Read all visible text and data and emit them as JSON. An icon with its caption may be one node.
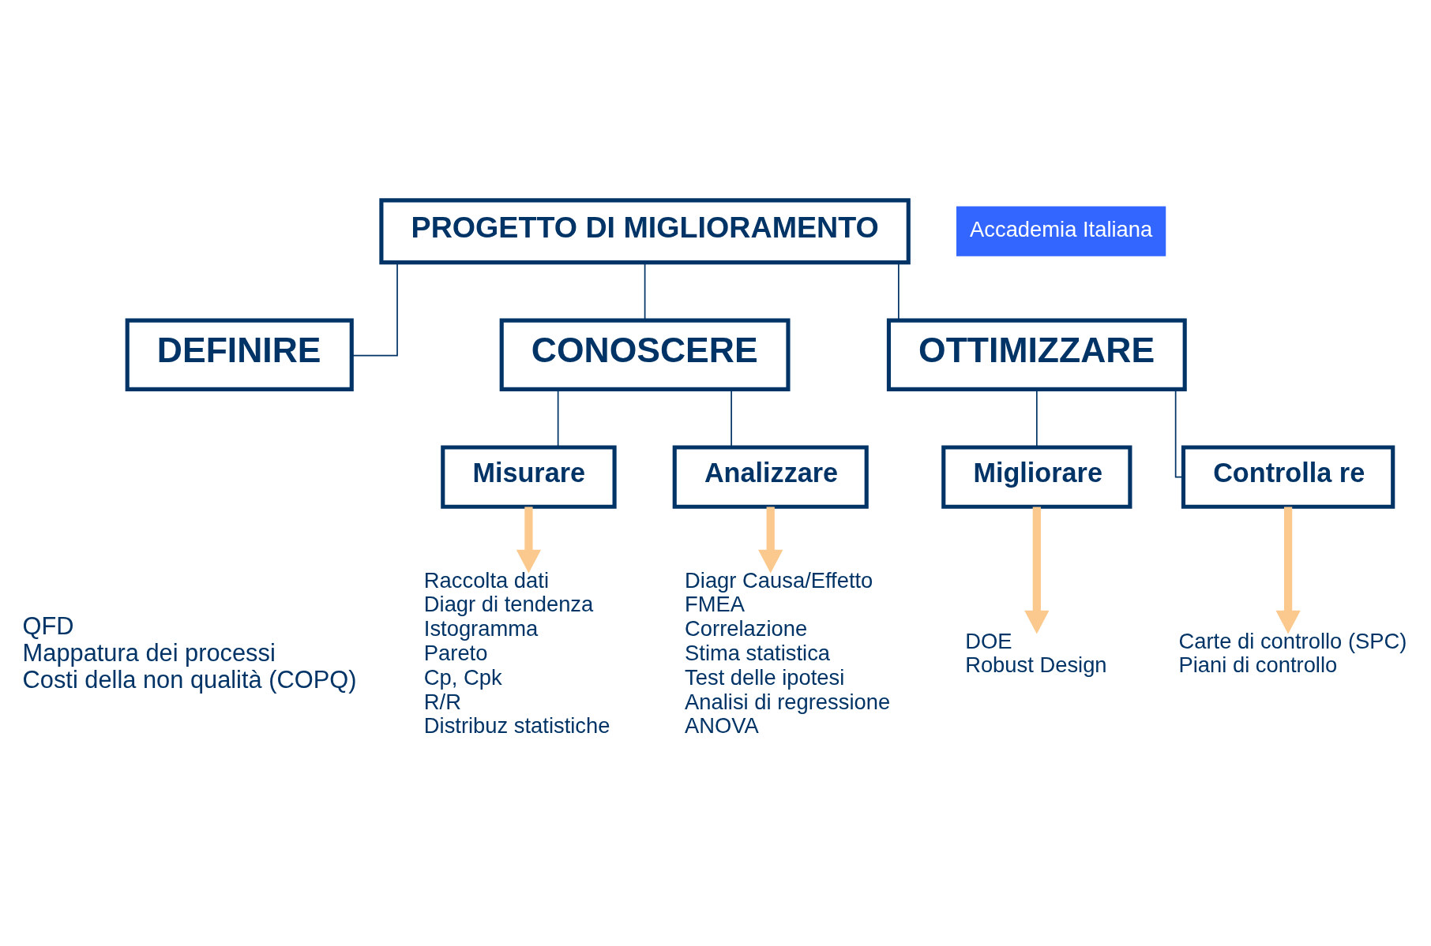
{
  "diagram": {
    "nodes": [
      {
        "text": [
          "PROGETTO DI MIGLIORAMENTO"
        ]
      },
      {
        "text": [
          "DEFINIRE"
        ],
        "beside": [
          "QFD",
          "Mappatura dei processi",
          "Costi della non qualità (COPQ)"
        ]
      },
      {
        "text": [
          "CONOSCERE"
        ]
      },
      {
        "text": [
          "OTTIMIZZARE"
        ]
      },
      {
        "text": [
          "Misurare"
        ]
      },
      {
        "text": [
          "Analizzare"
        ]
      },
      {
        "text": [
          "Migliorare"
        ]
      },
      {
        "text": [
          "Controlla re"
        ]
      },
      {
        "text": [
          "Raccolta dati",
          "Diagr di tendenza",
          "Istogramma",
          "Pareto",
          "Cp, Cpk",
          "R/R",
          "Distribuz statistiche"
        ]
      },
      {
        "text": [
          "Diagr Causa/Effetto",
          "FMEA",
          "Correlazione",
          "Stima statistica",
          "Test delle ipotesi",
          "Analisi di regressione",
          "ANOVA"
        ]
      },
      {
        "text": [
          "DOE",
          "Robust Design"
        ]
      },
      {
        "text": [
          "Carte di controllo (SPC)",
          "Piani di controllo"
        ]
      }
    ],
    "edges": [
      {
        "from": 0,
        "to": 1,
        "arrow": "none"
      },
      {
        "from": 0,
        "to": 2,
        "arrow": "none"
      },
      {
        "from": 0,
        "to": 3,
        "arrow": "none"
      },
      {
        "from": 2,
        "to": 4,
        "arrow": "none"
      },
      {
        "from": 2,
        "to": 5,
        "arrow": "none"
      },
      {
        "from": 3,
        "to": 6,
        "arrow": "none"
      },
      {
        "from": 3,
        "to": 7,
        "arrow": "none"
      },
      {
        "from": 4,
        "to": 8,
        "arrow": "to",
        "style": "thick",
        "color": "#fbc98e"
      },
      {
        "from": 5,
        "to": 9,
        "arrow": "to",
        "style": "thick",
        "color": "#fbc98e"
      },
      {
        "from": 6,
        "to": 10,
        "arrow": "to",
        "style": "thick",
        "color": "#fbc98e"
      },
      {
        "from": 7,
        "to": 11,
        "arrow": "to",
        "style": "thick",
        "color": "#fbc98e"
      }
    ],
    "labels": [
      "Accademia Italiana"
    ]
  }
}
